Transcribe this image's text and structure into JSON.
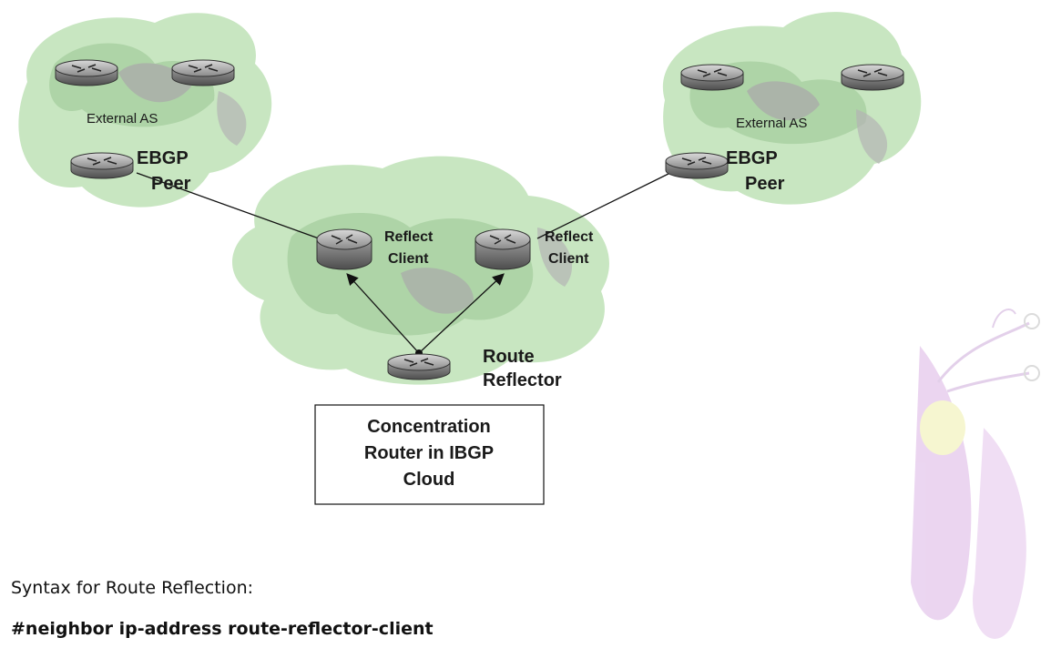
{
  "diagram": {
    "left_as": {
      "name": "External AS",
      "peer_line1": "EBGP",
      "peer_line2": "Peer"
    },
    "right_as": {
      "name": "External AS",
      "peer_line1": "EBGP",
      "peer_line2": "Peer"
    },
    "client_left": {
      "line1": "Reflect",
      "line2": "Client"
    },
    "client_right": {
      "line1": "Reflect",
      "line2": "Client"
    },
    "reflector": {
      "line1": "Route",
      "line2": "Reflector"
    },
    "box": {
      "line1": "Concentration",
      "line2": "Router in IBGP",
      "line3": "Cloud"
    }
  },
  "caption": "Syntax for Route Reflection:",
  "command": "#neighbor ip-address route-reflector-client"
}
